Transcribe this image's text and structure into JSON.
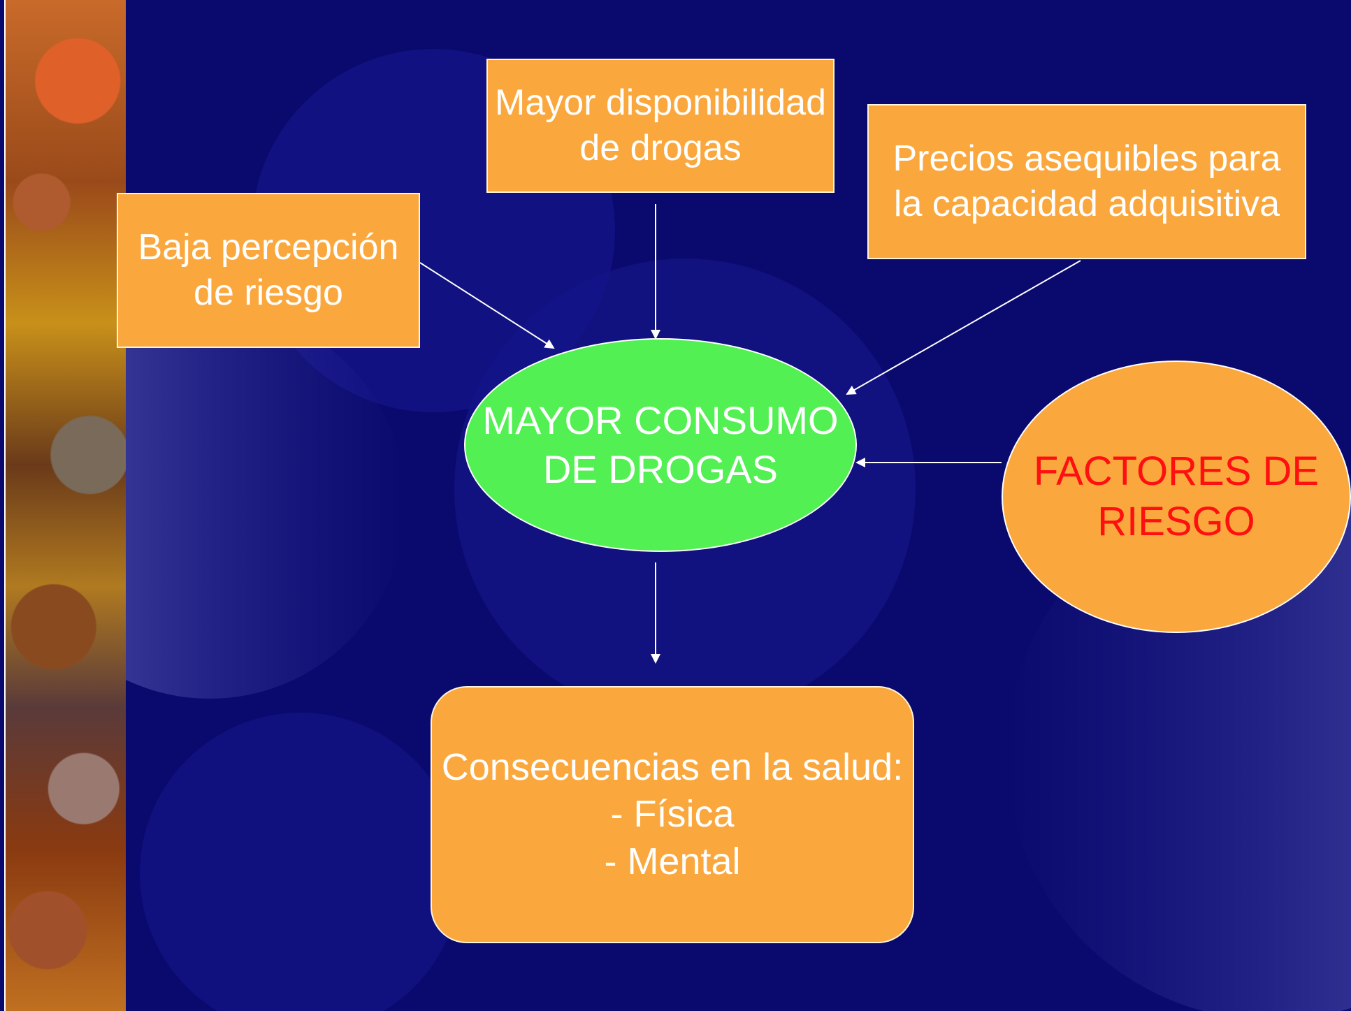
{
  "nodes": {
    "disponibilidad": "Mayor disponibilidad\nde drogas",
    "precios": "Precios asequibles para\nla capacidad adquisitiva",
    "percepcion": "Baja percepción\nde riesgo",
    "consumo": "MAYOR CONSUMO\nDE DROGAS",
    "factores": "FACTORES DE\nRIESGO",
    "consecuencias": "Consecuencias en la salud:\n- Física\n- Mental"
  },
  "colors": {
    "background": "#0a0a6e",
    "orange_box": "#faa83e",
    "green_oval": "#52f052",
    "factores_text": "#ff1010",
    "arrow": "#ffffff"
  },
  "edges": [
    {
      "from": "percepcion",
      "to": "consumo"
    },
    {
      "from": "disponibilidad",
      "to": "consumo"
    },
    {
      "from": "precios",
      "to": "consumo"
    },
    {
      "from": "factores",
      "to": "consumo"
    },
    {
      "from": "consumo",
      "to": "consecuencias"
    }
  ]
}
